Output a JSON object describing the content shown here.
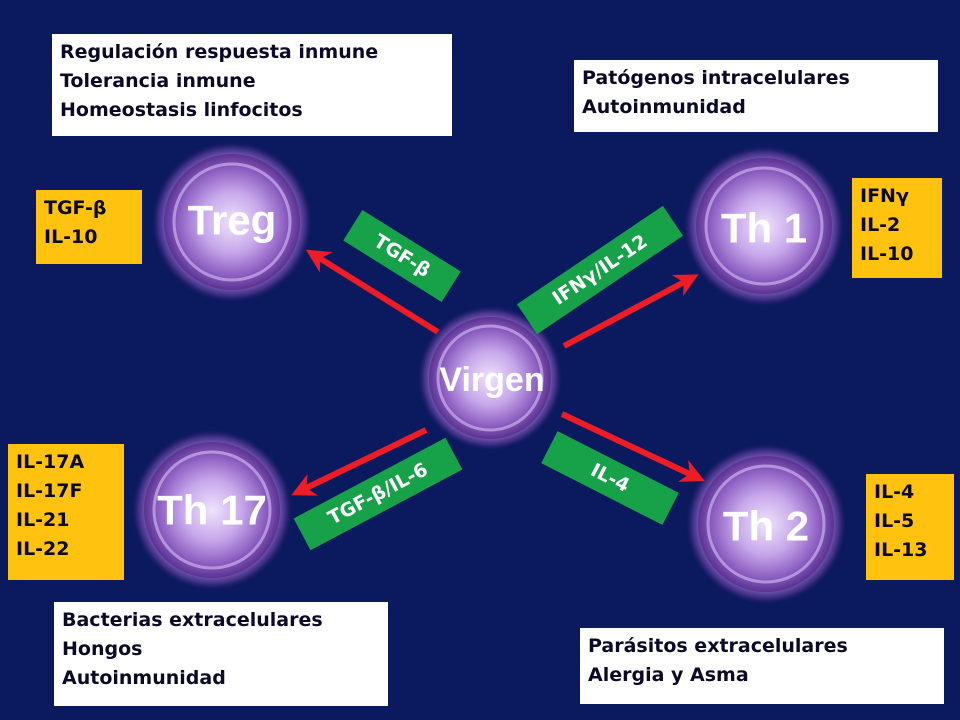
{
  "cells": {
    "treg": "Treg",
    "th1": "Th 1",
    "th17": "Th 17",
    "th2": "Th 2",
    "virgen": "Virgen"
  },
  "arrow_labels": {
    "treg": "TGF-β",
    "th1": "IFNγ/IL-12",
    "th17": "TGF-β/IL-6",
    "th2": "IL-4"
  },
  "functions": {
    "treg": [
      "Regulación respuesta inmune",
      "Tolerancia inmune",
      "Homeostasis linfocitos"
    ],
    "th1": [
      "Patógenos intracelulares",
      "Autoinmunidad"
    ],
    "th17": [
      "Bacterias extracelulares",
      "Hongos",
      "Autoinmunidad"
    ],
    "th2": [
      "Parásitos extracelulares",
      "Alergia y Asma"
    ]
  },
  "cytokines": {
    "treg": [
      "TGF-β",
      "IL-10"
    ],
    "th1": [
      "IFNγ",
      "IL-2",
      "IL-10"
    ],
    "th17": [
      "IL-17A",
      "IL-17F",
      "IL-21",
      "IL-22"
    ],
    "th2": [
      "IL-4",
      "IL-5",
      "IL-13"
    ]
  },
  "colors": {
    "background": "#0b1a5e",
    "arrow": "#ee1c25",
    "label_green": "#17a24a",
    "cytokine_box": "#ffc20e",
    "function_box": "#ffffff",
    "cell_purple": "#8a5cc0"
  }
}
